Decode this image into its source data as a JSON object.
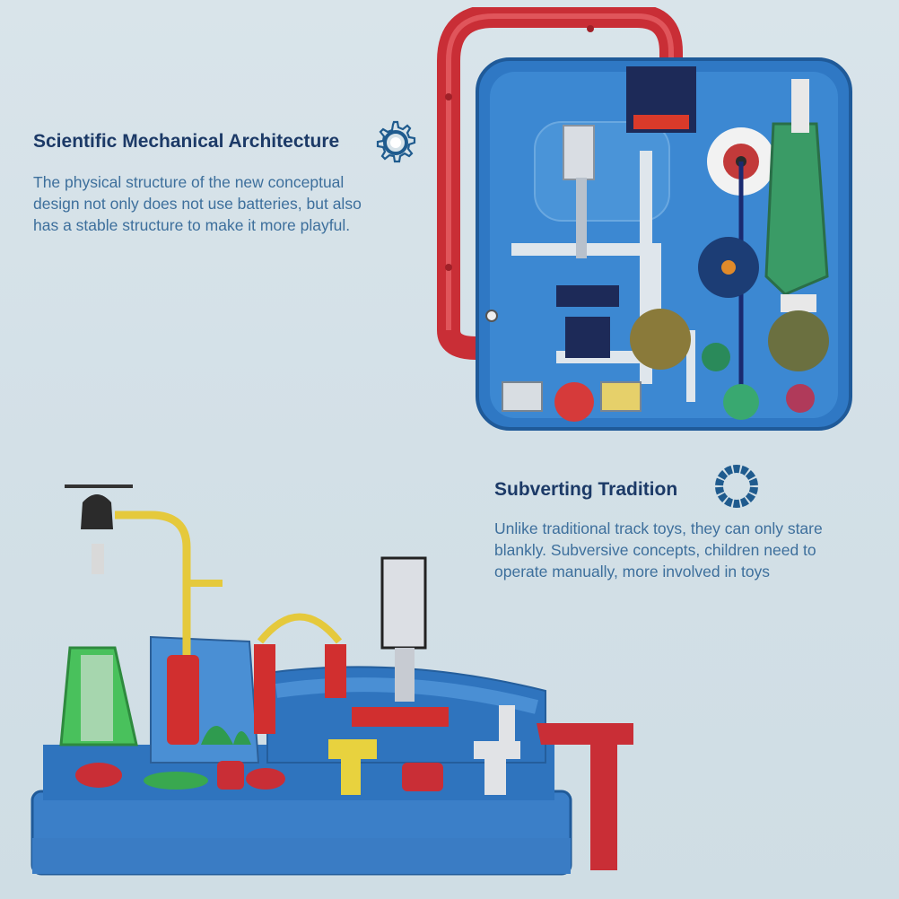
{
  "features": [
    {
      "title": "Scientific Mechanical Architecture",
      "description": "The physical structure of the new conceptual design not only does not use batteries, but also has a stable structure to make it more playful.",
      "icon": "gear-icon",
      "icon_color": "#1f5b8e"
    },
    {
      "title": "Subverting Tradition",
      "description": "Unlike traditional track toys, they can only stare blankly. Subversive concepts, children need to operate manually, more involved in toys",
      "icon": "segmented-ring-icon",
      "icon_color": "#1f5b8e"
    }
  ],
  "colors": {
    "track_blue": "#3f86cc",
    "track_red": "#d0313a",
    "accent_yellow": "#e8cb3a",
    "accent_green": "#39b05a",
    "heading": "#1c3a67",
    "body_text": "#3d6f9c"
  }
}
